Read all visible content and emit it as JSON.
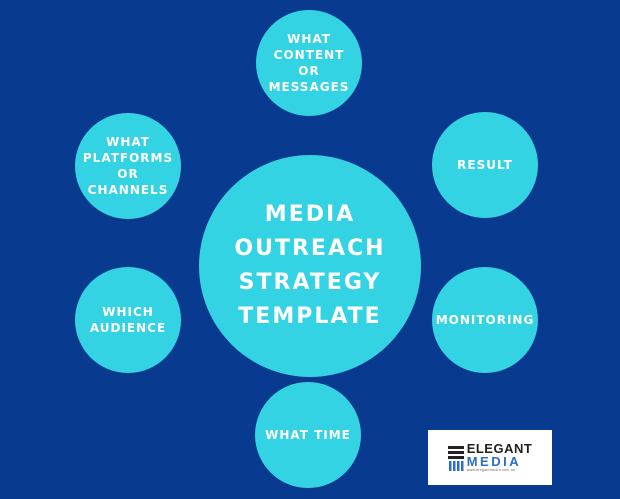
{
  "center": {
    "lines": [
      "MEDIA",
      "OUTREACH",
      "STRATEGY",
      "TEMPLATE"
    ]
  },
  "nodes": {
    "content": [
      "WHAT",
      "CONTENT",
      "OR",
      "MESSAGES"
    ],
    "platforms": [
      "WHAT",
      "PLATFORMS",
      "OR",
      "CHANNELS"
    ],
    "result": [
      "RESULT"
    ],
    "audience": [
      "WHICH",
      "AUDIENCE"
    ],
    "monitoring": [
      "MONITORING"
    ],
    "time": [
      "WHAT TIME"
    ]
  },
  "logo": {
    "word1": "ELEGANT",
    "word2": "MEDIA",
    "url": "www.elegantmedia.com.au"
  },
  "colors": {
    "background": "#083a8f",
    "circle": "#33d3e3",
    "text": "#ffffff",
    "logo_blue": "#2a6fc9"
  }
}
